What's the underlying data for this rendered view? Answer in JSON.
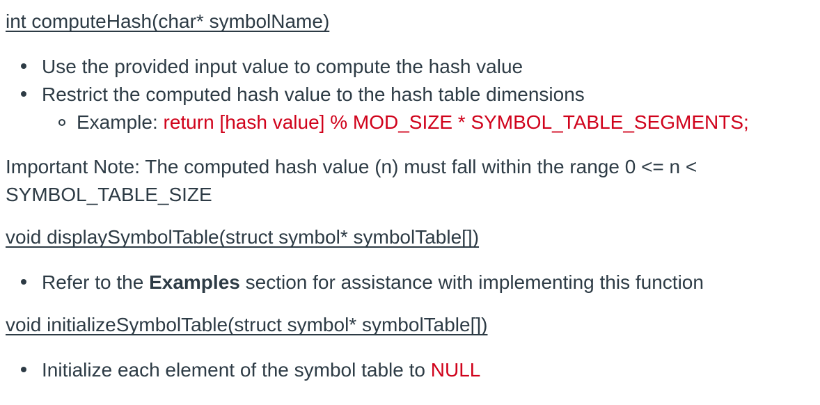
{
  "colors": {
    "text": "#2D3B45",
    "code_red": "#D0021B",
    "background": "#FFFFFF"
  },
  "doc": {
    "compute_hash": {
      "heading": "int computeHash(char* symbolName)",
      "bullet_1": "Use the provided input value to compute the hash value",
      "bullet_2": "Restrict the computed hash value to the hash table dimensions",
      "example_label": "Example: ",
      "example_code": "return [hash value] % MOD_SIZE * SYMBOL_TABLE_SEGMENTS;",
      "important_note": "Important Note: The computed hash value (n) must fall within the range 0 <= n < SYMBOL_TABLE_SIZE"
    },
    "display_symbol_table": {
      "heading": "void displaySymbolTable(struct symbol* symbolTable[])",
      "refer_prefix": "Refer to the ",
      "refer_bold": "Examples",
      "refer_suffix": " section for assistance with implementing this function"
    },
    "initialize_symbol_table": {
      "heading": "void initializeSymbolTable(struct symbol* symbolTable[])",
      "init_prefix": "Initialize each element of the symbol table to ",
      "init_null": "NULL"
    }
  }
}
